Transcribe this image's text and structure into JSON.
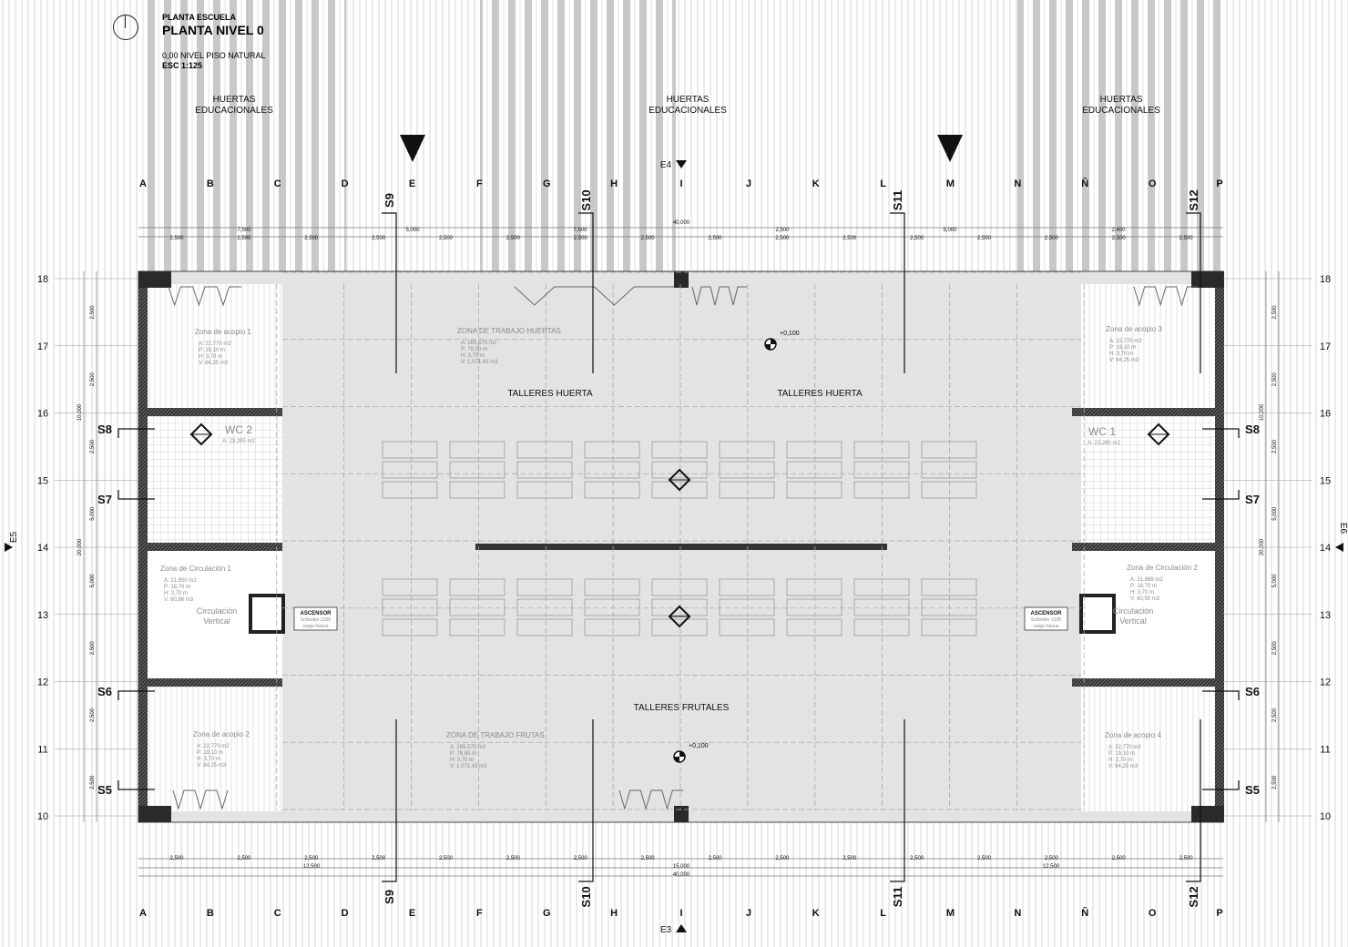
{
  "title_block": {
    "project": "PLANTA ESCUELA",
    "title": "PLANTA NIVEL 0",
    "level": "0,00 NIVEL PISO NATURAL",
    "scale": "ESC 1:125"
  },
  "garden_label": [
    "HUERTAS",
    "EDUCACIONALES"
  ],
  "grid_columns": [
    "A",
    "B",
    "C",
    "D",
    "E",
    "F",
    "G",
    "H",
    "I",
    "J",
    "K",
    "L",
    "M",
    "N",
    "Ñ",
    "O",
    "P"
  ],
  "grid_rows": [
    "18",
    "17",
    "16",
    "15",
    "14",
    "13",
    "12",
    "11",
    "10"
  ],
  "elevations": {
    "top": "E4",
    "bottom": "E3",
    "left": "E5",
    "right": "E6"
  },
  "sections_vertical": [
    "S9",
    "S10",
    "S11",
    "S12"
  ],
  "sections_horizontal": [
    "S8",
    "S7",
    "S6",
    "S5"
  ],
  "dimensions": {
    "total": "40,000",
    "top_partial": [
      "7,500",
      "5,000",
      "7,500",
      "2,500",
      "5,000",
      "2,400"
    ],
    "module": "2,500",
    "bottom_partial": [
      "12,500",
      "15,000",
      "12,500"
    ],
    "side_total": "20,000",
    "side_partial": "10,000",
    "side_module": "2,500",
    "side_mid": "5,000"
  },
  "level_marks": [
    "+0,100",
    "+0,100"
  ],
  "rooms": {
    "acopio": [
      {
        "name": "Zona de acopio 1",
        "A": "A: 22,770 m2",
        "P": "P: 19,10 m",
        "H": "H: 3,70 m",
        "V": "V: 84,25 m3"
      },
      {
        "name": "Zona de acopio 2",
        "A": "A: 22,770 m2",
        "P": "P: 19,10 m",
        "H": "H: 3,70 m",
        "V": "V: 84,25 m3"
      },
      {
        "name": "Zona de acopio 3",
        "A": "A: 22,770 m2",
        "P": "P: 19,10 m",
        "H": "H: 3,70 m",
        "V": "V: 84,25 m3"
      },
      {
        "name": "Zona de acopio 4",
        "A": "A: 22,770 m2",
        "P": "P: 19,10 m",
        "H": "H: 3,70 m",
        "V": "V: 84,25 m3"
      }
    ],
    "circulacion": [
      {
        "name": "Zona de Circulación 1",
        "A": "A: 21,850 m2",
        "P": "P: 18,70 m",
        "H": "H: 3,70 m",
        "V": "V: 80,86 m3"
      },
      {
        "name": "Zona de Circulación 2",
        "A": "A: 21,886 m2",
        "P": "P: 18,70 m",
        "H": "H: 3,70 m",
        "V": "V: 80,90 m3"
      }
    ],
    "vertical": [
      "Circulación",
      "Vertical"
    ],
    "wc": [
      {
        "name": "WC 2",
        "A": "A: 23,285 m2"
      },
      {
        "name": "WC 1",
        "A": "A: 23,280 m2"
      }
    ],
    "trabajo": [
      {
        "name": "ZONA DE TRABAJO HUERTAS",
        "A": "A: 285,575 m2",
        "P": "P: 78,90 m",
        "H": "H: 3,70 m",
        "V": "V: 1.071,43 m3"
      },
      {
        "name": "ZONA DE TRABAJO FRUTAS",
        "A": "A: 285,575 m2",
        "P": "P: 78,90 m",
        "H": "H: 3,70 m",
        "V": "V: 1.071,43 m3"
      }
    ],
    "talleres": [
      "TALLERES HUERTA",
      "TALLERES HUERTA",
      "TALLERES FRUTALES"
    ]
  },
  "elevator": {
    "title": "ASCENSOR",
    "model": "Schindler 3100",
    "type": "carga liviana"
  },
  "colors": {
    "wall": "#2a2a2a",
    "floor": "#e3e3e3",
    "garden": "#bdbdbd",
    "line": "#444444"
  }
}
